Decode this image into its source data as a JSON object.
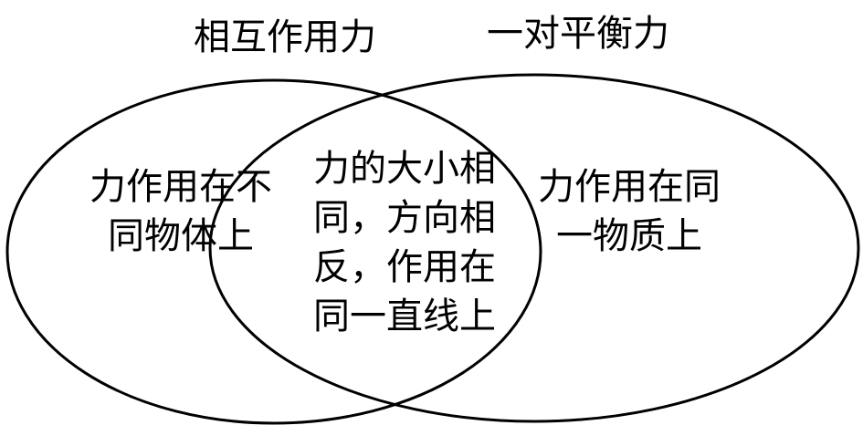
{
  "diagram": {
    "type": "venn",
    "left_set": {
      "title": "相互作用力",
      "exclusive_lines": [
        "力作用在不",
        "同物体上"
      ]
    },
    "right_set": {
      "title": "一对平衡力",
      "exclusive_lines": [
        "力作用在同",
        "一物质上"
      ]
    },
    "intersection_lines": [
      "力的大小相",
      "同，方向相",
      "反，作用在",
      "同一直线上"
    ],
    "stroke_color": "#000000",
    "background_color": "#ffffff"
  }
}
